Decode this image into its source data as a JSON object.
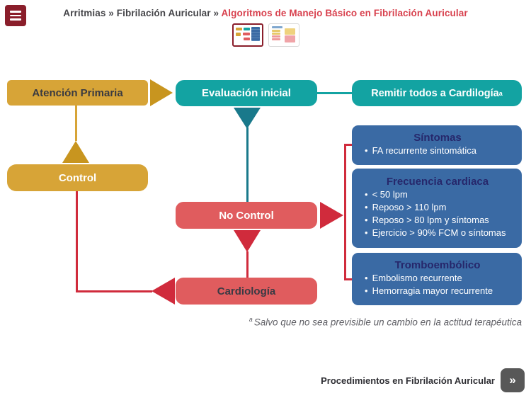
{
  "header": {
    "breadcrumb": {
      "path": "Arritmias » Fibrilación Auricular » ",
      "current": "Algoritmos de Manejo Básico en Fibrilación Auricular"
    }
  },
  "view_toggle": {
    "selected": "diagram-view",
    "options": [
      "diagram-view",
      "list-view"
    ]
  },
  "flowchart": {
    "nodes": {
      "atencion_primaria": "Atención Primaria",
      "evaluacion_inicial": "Evaluación inicial",
      "remitir": "Remitir todos a Cardilogía",
      "remitir_sup": "a",
      "control": "Control",
      "no_control": "No Control",
      "cardiologia": "Cardiología"
    },
    "criteria_boxes": [
      {
        "title": "Síntomas",
        "items": [
          "FA recurrente sintomática"
        ]
      },
      {
        "title": "Frecuencia cardiaca",
        "items": [
          "< 50 lpm",
          "Reposo > 110 lpm",
          "Reposo > 80 lpm y síntomas",
          "Ejercicio > 90% FCM o síntomas"
        ]
      },
      {
        "title": "Tromboembólico",
        "items": [
          "Embolismo recurrente",
          "Hemorragia mayor recurrente"
        ]
      }
    ],
    "footnote": {
      "sup": "a",
      "text": "Salvo que no sea previsible un cambio en la actitud terapéutica"
    }
  },
  "footer": {
    "next_label": "Procedimientos en Fibrilación Auricular",
    "next_button": "»"
  },
  "colors": {
    "gold": "#D7A437",
    "gold_dark": "#C8951F",
    "teal": "#13A3A2",
    "teal_dark": "#19798B",
    "salmon": "#E05C5E",
    "crimson": "#D02B3C",
    "blue": "#3A6AA4",
    "navy_header": "#26276B",
    "maroon": "#8A1E2B",
    "breadcrumb_red": "#D8414E"
  }
}
